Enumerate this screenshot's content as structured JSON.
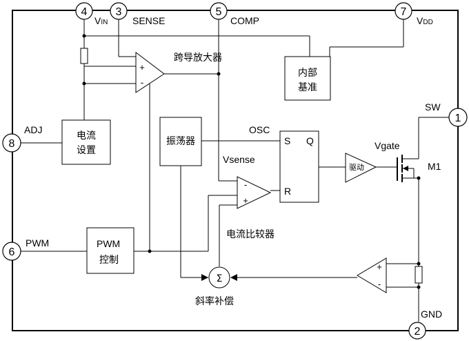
{
  "pins": {
    "p4": {
      "num": "4",
      "label": "V",
      "sub": "IN"
    },
    "p3": {
      "num": "3",
      "label": "SENSE"
    },
    "p5": {
      "num": "5",
      "label": "COMP"
    },
    "p7": {
      "num": "7",
      "label": "V",
      "sub": "DD"
    },
    "p8": {
      "num": "8",
      "label": "ADJ"
    },
    "p6": {
      "num": "6",
      "label": "PWM"
    },
    "p1": {
      "num": "1",
      "label": "SW"
    },
    "p2": {
      "num": "2",
      "label": "GND"
    }
  },
  "blocks": {
    "reference": {
      "line1": "内部",
      "line2": "基准"
    },
    "current_set": {
      "line1": "电流",
      "line2": "设置"
    },
    "oscillator": {
      "label": "振荡器"
    },
    "pwm_control": {
      "line1": "PWM",
      "line2": "控制"
    },
    "flipflop": {
      "s": "S",
      "q": "Q",
      "r": "R"
    },
    "driver": {
      "label": "驱动"
    }
  },
  "labels": {
    "transconductance_amp": "跨导放大器",
    "osc": "OSC",
    "vsense": "Vsense",
    "vgate": "Vgate",
    "m1": "M1",
    "current_comparator": "电流比较器",
    "slope_compensation": "斜率补偿",
    "sum_symbol": "Σ",
    "plus": "+",
    "minus": "-"
  }
}
